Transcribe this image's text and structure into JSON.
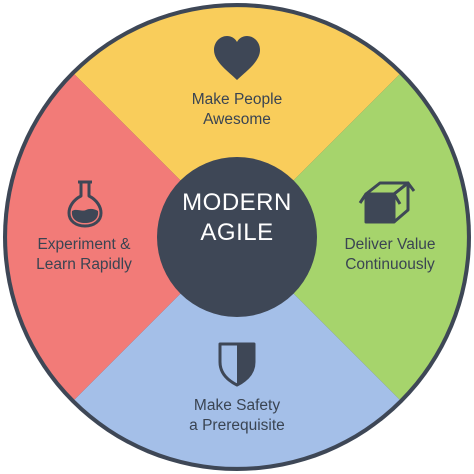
{
  "center": {
    "line1": "MODERN",
    "line2": "AGILE"
  },
  "segments": [
    {
      "id": "top",
      "icon": "heart-icon",
      "line1": "Make People",
      "line2": "Awesome",
      "color": "#F9CD5B"
    },
    {
      "id": "right",
      "icon": "box-icon",
      "line1": "Deliver Value",
      "line2": "Continuously",
      "color": "#A6D46C"
    },
    {
      "id": "bottom",
      "icon": "shield-icon",
      "line1": "Make Safety",
      "line2": "a Prerequisite",
      "color": "#A4BFE8"
    },
    {
      "id": "left",
      "icon": "flask-icon",
      "line1": "Experiment &",
      "line2": "Learn Rapidly",
      "color": "#F27B78"
    }
  ],
  "colors": {
    "outline": "#3E4756",
    "center_fill": "#3E4756",
    "text": "#3A4452"
  }
}
